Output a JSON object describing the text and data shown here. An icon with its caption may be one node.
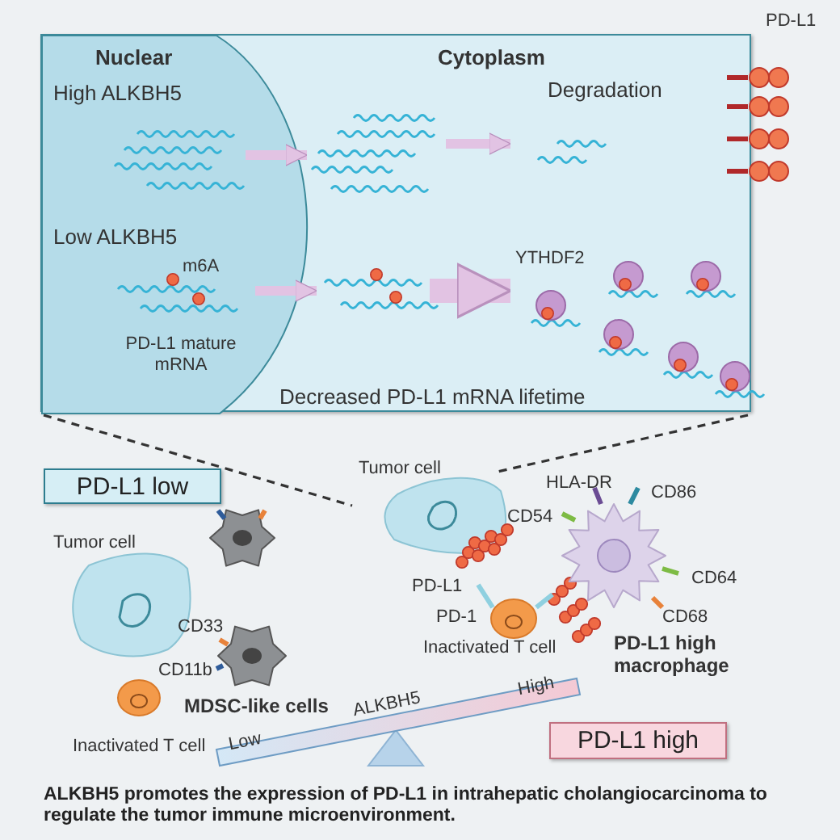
{
  "diagram": {
    "caption": "ALKBH5 promotes the expression of PD-L1 in intrahepatic cholangiocarcinoma to regulate the tumor immune microenvironment.",
    "nodes": [
      {
        "text": [
          "Cytoplasm",
          "Decreased PD-L1 mRNA lifetime"
        ]
      },
      {
        "text": [
          "Nuclear",
          "High ALKBH5",
          "Low ALKBH5"
        ],
        "in": 0
      },
      {
        "text": [],
        "shape": "picture",
        "in": 1
      },
      {
        "text": [],
        "shape": "picture",
        "in": 0
      },
      {
        "text": [
          "Degradation"
        ],
        "in": 0
      },
      {
        "text": [
          "m6A",
          "PD-L1 mature mRNA"
        ],
        "in": 1
      },
      {
        "text": [],
        "shape": "picture",
        "in": 0
      },
      {
        "text": [
          "YTHDF2"
        ],
        "in": 0
      },
      {
        "text": [
          "PD-L1 low"
        ]
      },
      {
        "text": [
          "Tumor cell"
        ]
      },
      {
        "text": [
          "PD-L1 high"
        ]
      }
    ],
    "edges": [
      {
        "from": 2,
        "to": 3,
        "arrow": "to"
      },
      {
        "from": 3,
        "to": 4,
        "arrow": "to"
      },
      {
        "from": 5,
        "to": 6,
        "arrow": "to"
      },
      {
        "from": 6,
        "to": 7,
        "arrow": "to",
        "style": "thick"
      },
      {
        "from": 0,
        "to": 9,
        "arrow": "none",
        "style": "dashed",
        "color": "#333333"
      },
      {
        "from": 0,
        "to": 9,
        "arrow": "none",
        "style": "dashed",
        "color": "#333333"
      }
    ],
    "labels": [
      "PD-L1",
      "HLA-DR",
      "CD86",
      "CD54",
      "Tumor cell",
      "PD-L1",
      "CD64",
      "PD-1",
      "CD68",
      "CD33",
      "Inactivated T cell",
      "PD-L1 high macrophage",
      "CD11b",
      "High",
      "MDSC-like cells",
      "ALKBH5",
      "Low",
      "Inactivated T cell"
    ]
  }
}
